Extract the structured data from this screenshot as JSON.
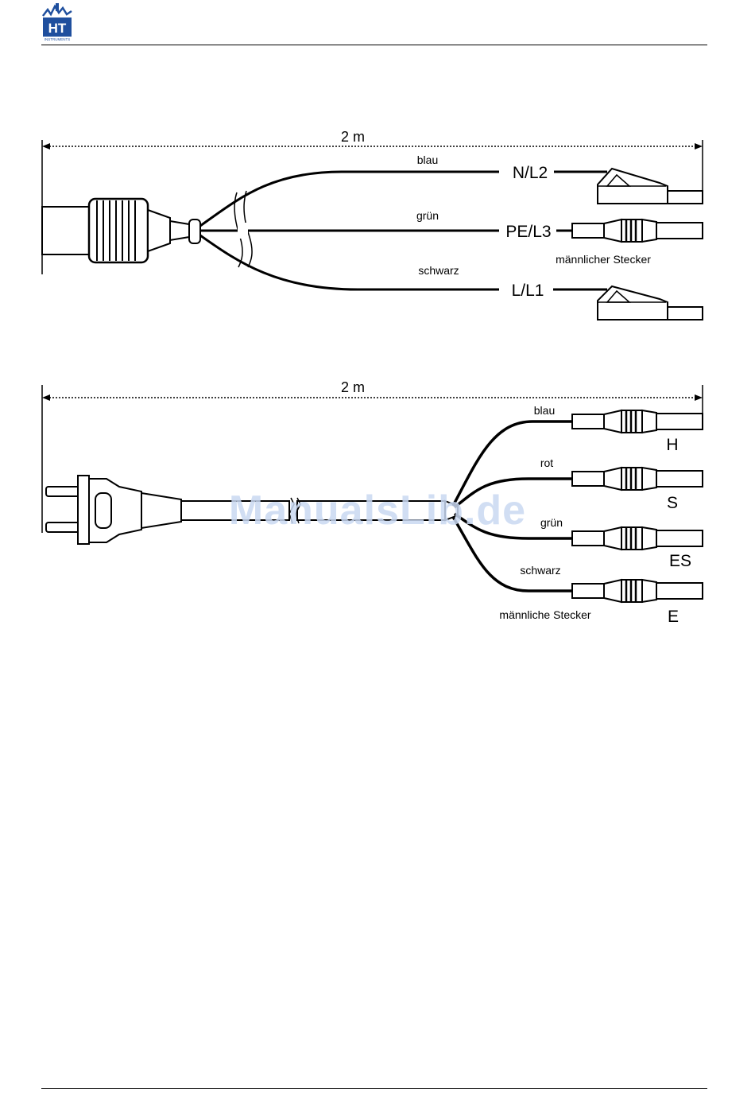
{
  "header": {
    "logo_text": "HT",
    "logo_subtext": "INSTRUMENTS"
  },
  "diagram1": {
    "length_label": "2  m",
    "wires": [
      {
        "color_name": "blau",
        "terminal": "N/L2",
        "connector": "alligator-clip"
      },
      {
        "color_name": "grün",
        "terminal": "PE/L3",
        "connector": "male-plug"
      },
      {
        "color_name": "schwarz",
        "terminal": "L/L1",
        "connector": "alligator-clip"
      }
    ],
    "plug_note": "männlicher Stecker"
  },
  "diagram2": {
    "length_label": "2  m",
    "wires": [
      {
        "color_name": "blau",
        "terminal": "H"
      },
      {
        "color_name": "rot",
        "terminal": "S"
      },
      {
        "color_name": "grün",
        "terminal": "ES"
      },
      {
        "color_name": "schwarz",
        "terminal": "E"
      }
    ],
    "plug_note": "männliche Stecker"
  },
  "watermark": "ManualsLib.de",
  "colors": {
    "logo_blue": "#1f4f9e",
    "watermark": "#c9d9f2",
    "ink": "#000000"
  }
}
